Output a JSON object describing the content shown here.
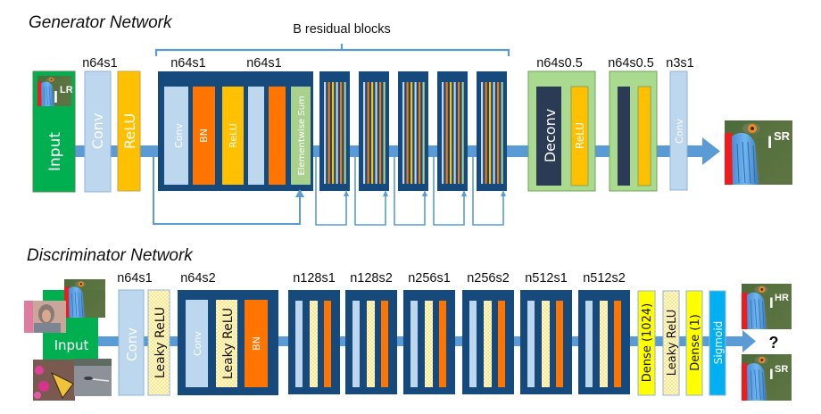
{
  "generator": {
    "title": "Generator Network",
    "residual_caption": "B residual blocks",
    "input": {
      "label": "Input",
      "image_label": "I",
      "image_sup": "LR"
    },
    "first_conv": {
      "param": "n64s1",
      "conv_label": "Conv",
      "relu_label": "ReLU"
    },
    "residual_block": {
      "params": [
        "n64s1",
        "n64s1"
      ],
      "layers": [
        "Conv",
        "BN",
        "ReLU",
        "",
        "",
        "Elementwise Sum"
      ]
    },
    "repeated_block_count": 5,
    "upsample_blocks": [
      {
        "param": "n64s0.5",
        "deconv_label": "Deconv",
        "relu_label": "ReLU"
      },
      {
        "param": "n64s0.5",
        "deconv_label": "",
        "relu_label": ""
      }
    ],
    "final_conv": {
      "param": "n3s1",
      "label": "Conv"
    },
    "output": {
      "image_label": "I",
      "image_sup": "SR"
    }
  },
  "discriminator": {
    "title": "Discriminator Network",
    "input": {
      "label": "Input"
    },
    "first_conv": {
      "param": "n64s1",
      "conv_label": "Conv",
      "leaky_label": "Leaky ReLU"
    },
    "first_block": {
      "param": "n64s2",
      "layers": [
        "Conv",
        "Leaky ReLU",
        "BN"
      ]
    },
    "blocks": [
      {
        "param": "n128s1"
      },
      {
        "param": "n128s2"
      },
      {
        "param": "n256s1"
      },
      {
        "param": "n256s2"
      },
      {
        "param": "n512s1"
      },
      {
        "param": "n512s2"
      }
    ],
    "head": {
      "dense1": "Dense (1024)",
      "leaky": "Leaky ReLU",
      "dense2": "Dense (1)",
      "sigmoid": "Sigmoid"
    },
    "outputs": {
      "hr": {
        "image_label": "I",
        "image_sup": "HR"
      },
      "question": "?",
      "sr": {
        "image_label": "I",
        "image_sup": "SR"
      }
    }
  },
  "colors": {
    "input_green": "#00b050",
    "conv_light_blue": "#bdd7ee",
    "relu_yellow": "#ffc000",
    "bn_orange": "#ff7500",
    "block_navy": "#174a7c",
    "eltsum_green": "#a9d18e",
    "upsample_green": "#a9da8f",
    "deconv_dark": "#2b3a55",
    "connector_blue": "#5b9bd5",
    "dense_yellow": "#ffff00",
    "sigmoid_blue": "#00b0f0",
    "leaky_pattern": "#ffe699"
  }
}
